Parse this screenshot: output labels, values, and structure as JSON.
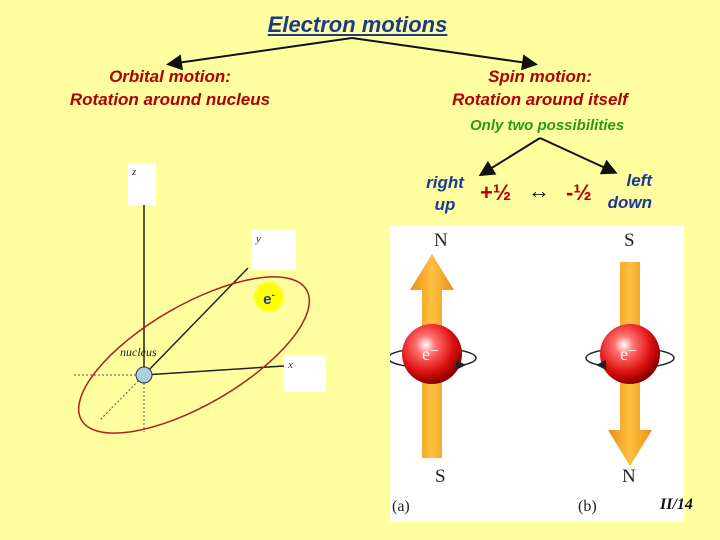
{
  "title": "Electron motions",
  "orbital": {
    "line1": "Orbital motion:",
    "line2": "Rotation around nucleus"
  },
  "spin": {
    "line1": "Spin motion:",
    "line2": "Rotation around itself"
  },
  "possibilities": "Only two possibilities",
  "spin_states": {
    "right_label": "right",
    "up_label": "up",
    "plus_half": "+½",
    "arrow": "↔",
    "minus_half": "-½",
    "left_label": "left",
    "down_label": "down"
  },
  "axes": {
    "z": "z",
    "y": "y",
    "x": "x"
  },
  "electron": {
    "symbol": "e",
    "charge": "-"
  },
  "nucleus_label": "nucleus",
  "figure": {
    "panel_a": {
      "top_pole": "N",
      "bottom_pole": "S",
      "label": "(a)",
      "electron": "e⁻"
    },
    "panel_b": {
      "top_pole": "S",
      "bottom_pole": "N",
      "label": "(b)",
      "electron": "e⁻"
    }
  },
  "page_number": "II/14",
  "colors": {
    "background": "#ffffa0",
    "title": "#1a3a8a",
    "red_text": "#b00000",
    "green_text": "#2a9a1a",
    "arrow": "#f5a623",
    "sphere": "#e82020"
  }
}
